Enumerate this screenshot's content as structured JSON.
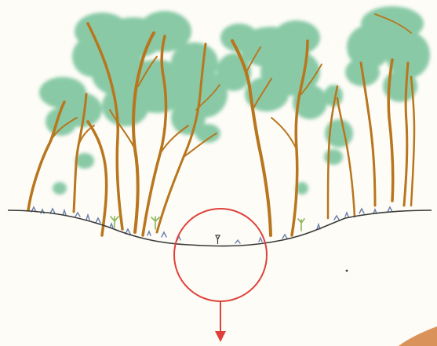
{
  "illustration": {
    "subject": "forest-cross-section",
    "palette": {
      "paper": "#fdfcf7",
      "foliage": "#6fbf94",
      "foliage_light": "#9fd6b4",
      "trunk": "#b8761e",
      "trunk_dark": "#8f5a14",
      "ground_line": "#3a3a3a",
      "understory": "#6a7fa8",
      "callout": "#e0403a",
      "corner_blob": "#d9925a"
    },
    "callout": {
      "shape": "circle",
      "indicator": "arrow-down"
    }
  }
}
